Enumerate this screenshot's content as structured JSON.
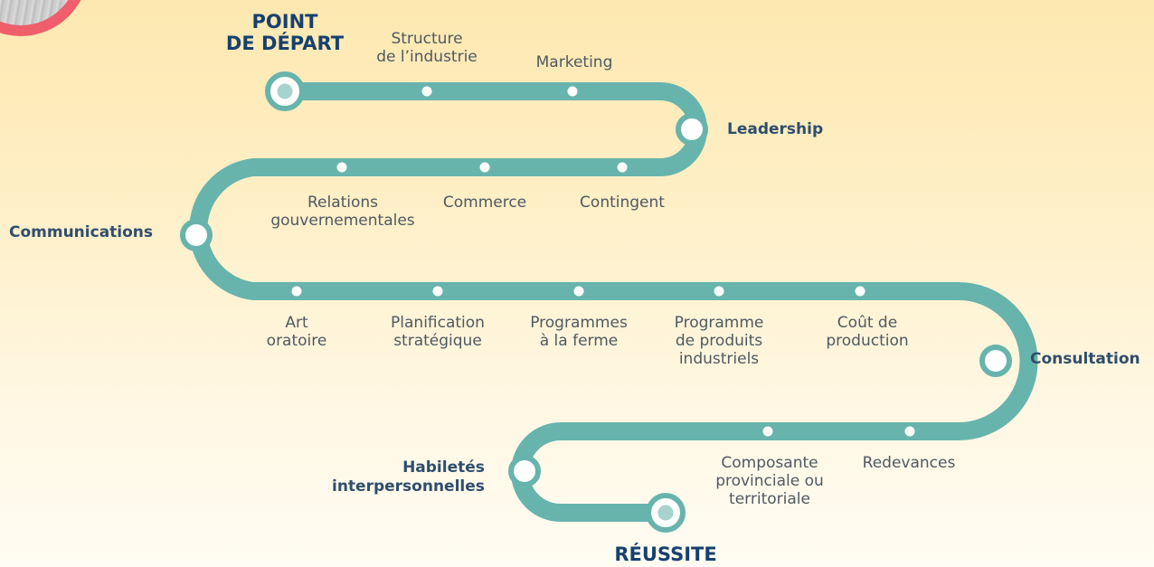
{
  "colors": {
    "path": "#67b4ad",
    "station_ring": "#67b4ad",
    "station_fill": "#ffffff",
    "endpoint_dot": "#a8d2cd",
    "title": "#17406e",
    "bold_label": "#2f4e6e",
    "label": "#4f5962",
    "badge": "#ef5e6b"
  },
  "titles": {
    "start": "POINT\nDE DÉPART",
    "end": "RÉUSSITE"
  },
  "milestones": {
    "leadership": "Leadership",
    "communications": "Communications",
    "consultation": "Consultation",
    "habiletes": "Habiletés\ninterpersonnelles"
  },
  "row1": {
    "structure": "Structure\nde l’industrie",
    "marketing": "Marketing"
  },
  "row2": {
    "relations": "Relations\ngouvernementales",
    "commerce": "Commerce",
    "contingent": "Contingent"
  },
  "row3": {
    "art": "Art\noratoire",
    "planification": "Planification\nstratégique",
    "programmes": "Programmes\nà la ferme",
    "produits": "Programme\nde produits\nindustriels",
    "cout": "Coût de\nproduction"
  },
  "row4": {
    "composante": "Composante\nprovinciale ou\nterritoriale",
    "redevances": "Redevances"
  }
}
